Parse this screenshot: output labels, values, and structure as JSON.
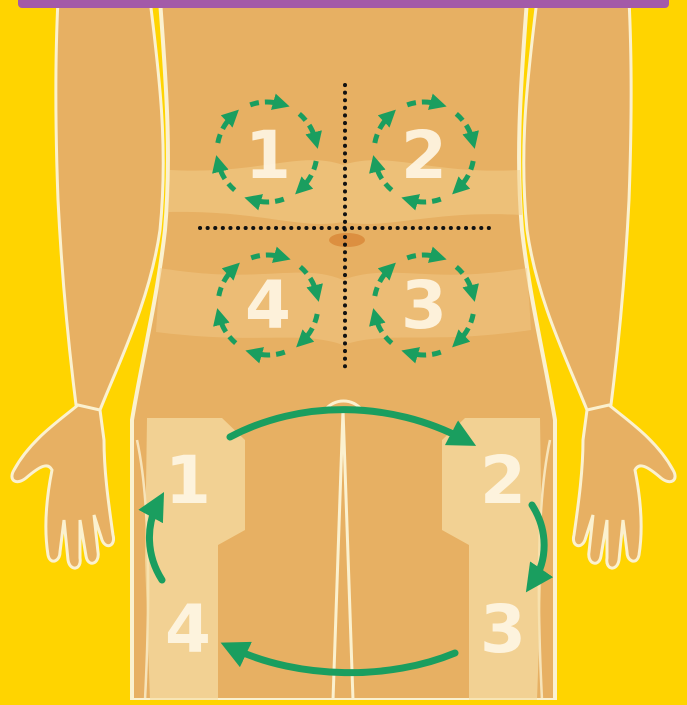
{
  "colors": {
    "background": "#FFD400",
    "top_band": "#A35AA8",
    "skin": "#E7B063",
    "skin_shade": "#D69C4E",
    "skin_light": "#F2CD8B",
    "outline": "#FBF1CF",
    "arrow_green": "#1A9E5F",
    "label_light": "#FFF7E6",
    "axis_dot": "#111111"
  },
  "abdomen_sites": [
    {
      "label": "1",
      "quadrant": "upper-left"
    },
    {
      "label": "2",
      "quadrant": "upper-right"
    },
    {
      "label": "3",
      "quadrant": "lower-right"
    },
    {
      "label": "4",
      "quadrant": "lower-left"
    }
  ],
  "thigh_sites": [
    {
      "label": "1",
      "position": "left-upper"
    },
    {
      "label": "2",
      "position": "right-upper"
    },
    {
      "label": "3",
      "position": "right-lower"
    },
    {
      "label": "4",
      "position": "left-lower"
    }
  ],
  "rotation_order": [
    "1",
    "2",
    "3",
    "4"
  ],
  "icons": {
    "rotation_arrow": "curved-arrow-icon",
    "circular_rotation": "dashed-circle-arrows-icon"
  }
}
